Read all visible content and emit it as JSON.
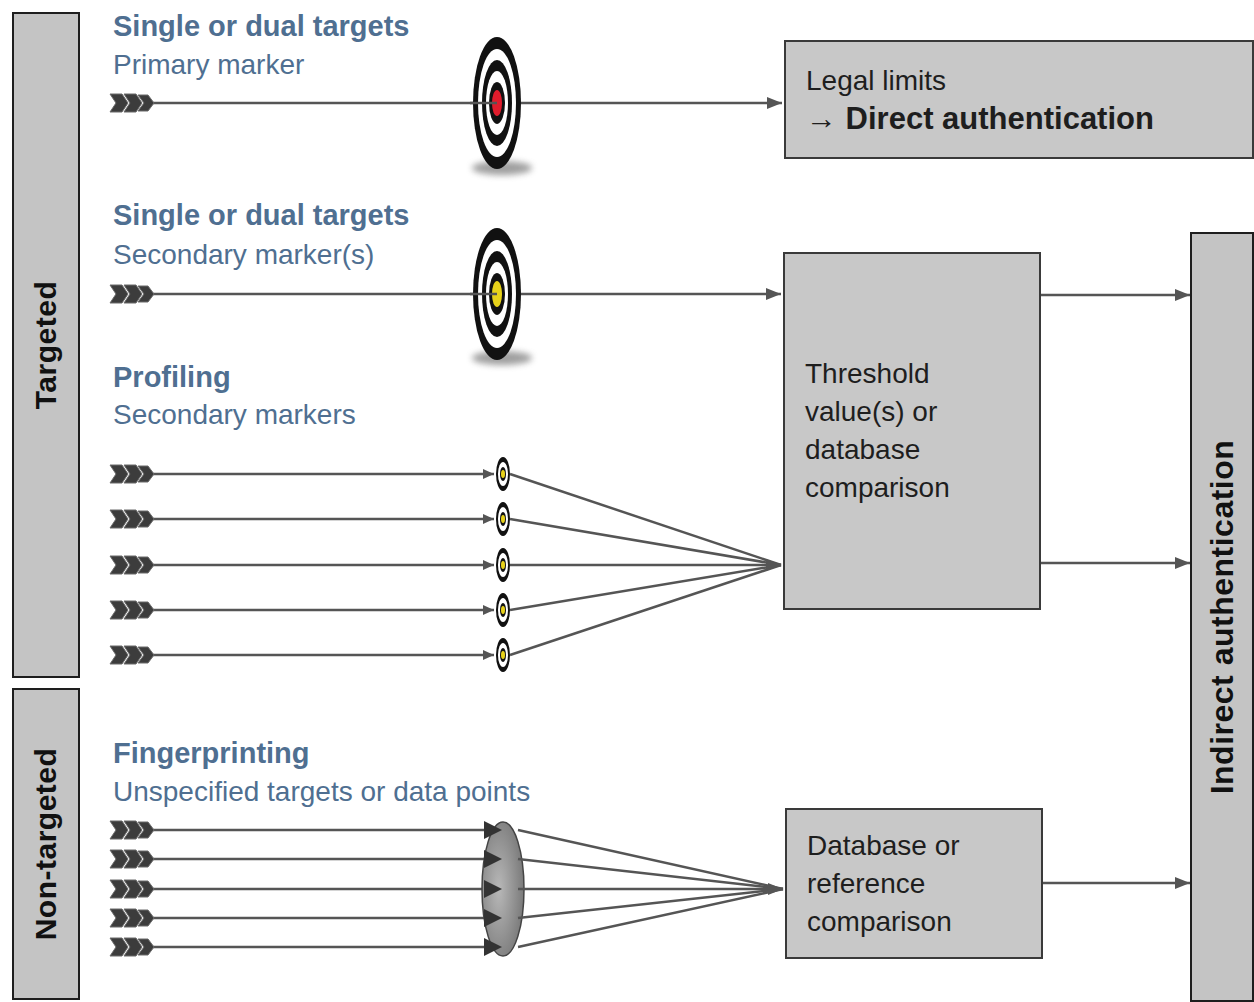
{
  "diagram": {
    "nodes": [
      {
        "text": [
          "Targeted"
        ]
      },
      {
        "text": [
          "Legal limits",
          "→ Direct authentication"
        ]
      },
      {
        "text": [
          "Threshold value(s) or database comparison"
        ]
      },
      {
        "text": [
          "Indirect authentication"
        ]
      },
      {
        "text": [
          "Non-targeted"
        ]
      },
      {
        "text": [
          "Database or reference comparison"
        ]
      }
    ],
    "edges": [
      {
        "from": 2,
        "to": 3,
        "arrow": "to"
      },
      {
        "from": 2,
        "to": 3,
        "arrow": "to"
      },
      {
        "from": 5,
        "to": 3,
        "arrow": "to"
      }
    ],
    "labels": [
      "Single or dual targets",
      "Primary marker",
      "Single or dual targets",
      "Secondary marker(s)",
      "Profiling",
      "Secondary markers",
      "Fingerprinting",
      "Unspecified targets or data points"
    ]
  }
}
